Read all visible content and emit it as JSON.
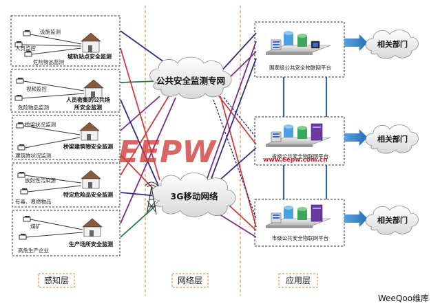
{
  "groups": [
    {
      "labels": [
        "设施监测",
        "人员监控",
        "危险物品监测"
      ],
      "main": "城轨站点安全监测"
    },
    {
      "labels": [
        "视频监控",
        "危险物品监测"
      ],
      "main_lines": [
        "人员密集的公共场",
        "所安全监测"
      ]
    },
    {
      "labels": [
        "桥梁状况监测",
        "建筑物状况监测"
      ],
      "main": "桥梁建筑物安全监测"
    },
    {
      "labels": [
        "放射性污染源",
        "有毒、易燃物品"
      ],
      "main": "特定危险品安全监测"
    },
    {
      "labels": [
        "煤矿",
        "高危生产企业"
      ],
      "main": "生产场所安全监测"
    }
  ],
  "clouds": {
    "public": "公共安全监测专网",
    "mobile": "3G移动网络"
  },
  "platforms": [
    "国家级公共安全物联网平台",
    "省级公共安全物联网平台",
    "市级公共安全物联网平台"
  ],
  "departments": [
    "相关部门",
    "相关部门",
    "相关部门"
  ],
  "layers": [
    "感知层",
    "网络层",
    "应用层"
  ],
  "watermark": {
    "logo": "EEPW",
    "site": "www.eepw.com.cn",
    "footer_brand": "WeeQoo维库"
  },
  "colors": {
    "navy": "#2e2a8c",
    "purple": "#7a2a8a",
    "red": "#d23a3a",
    "green": "#1a7a3a",
    "blue_steel": "#3a62a0",
    "arrow_blue": "#2f7fc8",
    "divider_orange": "#d8803a"
  }
}
